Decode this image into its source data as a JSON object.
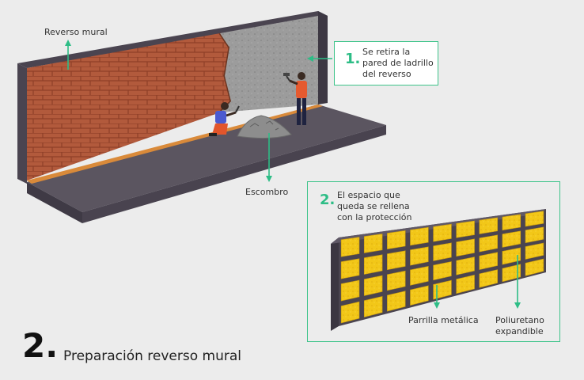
{
  "labels": {
    "reverse_wall": "Reverso mural",
    "debris": "Escombro",
    "metal_grid": "Parrilla metálica",
    "foam_line1": "Poliuretano",
    "foam_line2": "expandible"
  },
  "step1": {
    "number": "1.",
    "line1": "Se retira la",
    "line2": "pared de ladrillo",
    "line3": "del reverso"
  },
  "step2": {
    "number": "2.",
    "line1": "El espacio que",
    "line2": "queda se rellena",
    "line3": "con la protección"
  },
  "title": {
    "number": "2.",
    "text": "Preparación reverso mural"
  },
  "colors": {
    "accent": "#2dbd86",
    "brick": "#b25a3c",
    "mortar": "#8e3f27",
    "wall_dark": "#4a4450",
    "floor": "#5b5560",
    "concrete": "#9a9a9a",
    "foam": "#f2c718",
    "frame": "#4a4450"
  }
}
